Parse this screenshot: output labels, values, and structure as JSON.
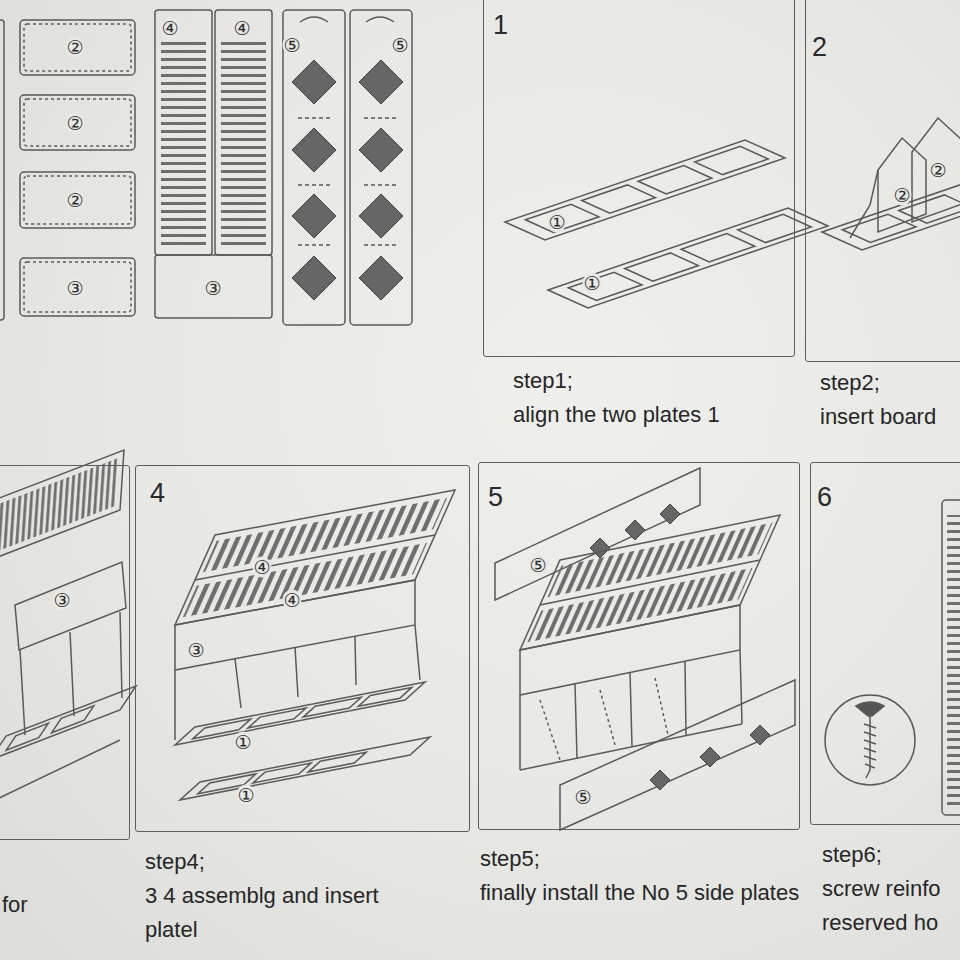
{
  "diagram": {
    "nodes": [
      {
        "text": [
          "1",
          "step1;",
          "align the two plates 1"
        ]
      },
      {
        "text": [
          "2",
          "step2;",
          "insert board"
        ]
      },
      {
        "text": [
          "for"
        ]
      },
      {
        "text": [
          "4",
          "step4;",
          "3 4 assemblg and insert platel"
        ]
      },
      {
        "text": [
          "5",
          "step5;",
          "finally install the No 5 side plates"
        ]
      },
      {
        "text": [
          "6",
          "step6;",
          "screw reinfo reserved ho"
        ]
      }
    ],
    "labels": [
      "②",
      "②",
      "②",
      "③",
      "④",
      "④",
      "③",
      "⑤",
      "⑤",
      "①",
      "①",
      "②",
      "②",
      "③",
      "④",
      "④",
      "③",
      "①",
      "①",
      "⑤",
      "⑤"
    ]
  }
}
